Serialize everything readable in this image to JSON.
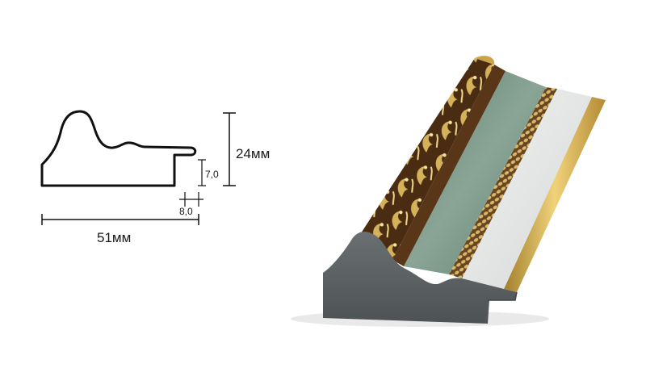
{
  "dimensions": {
    "height_label": "24мм",
    "width_label": "51мм",
    "rebate_depth_label": "7,0",
    "rebate_width_label": "8,0"
  },
  "colors": {
    "outline": "#111111",
    "cut_face": "#5c6264",
    "patina": "#6f8f80",
    "gold": "#c9a44a",
    "dark_bronze": "#5a3618",
    "silver_flat": "#e6e8e6"
  }
}
